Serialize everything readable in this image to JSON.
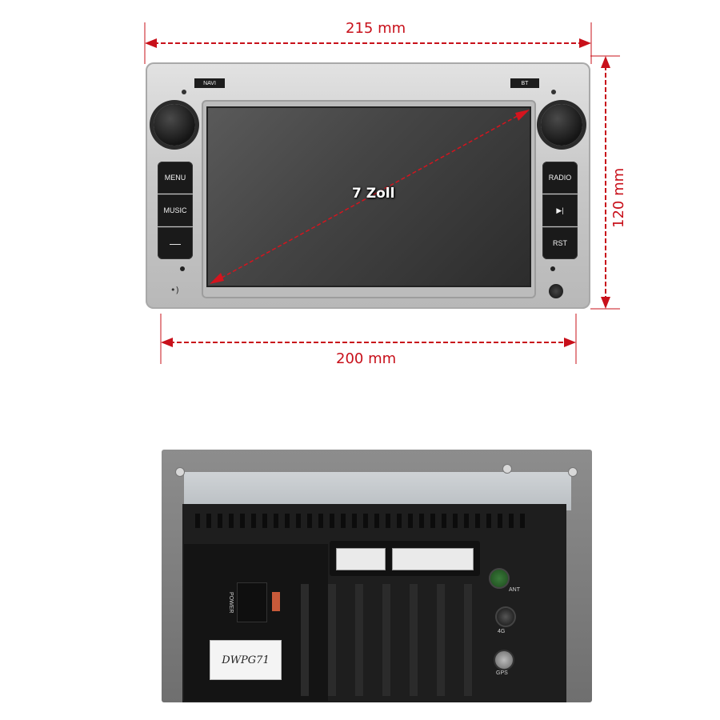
{
  "dimensions": {
    "top_width": "215 mm",
    "height": "120 mm",
    "bottom_width": "200 mm"
  },
  "front_panel": {
    "screen_size": "7 Zoll",
    "top_tags": [
      "NAVI",
      "BT"
    ],
    "left_buttons": [
      "MENU",
      "MUSIC",
      "—"
    ],
    "right_buttons": [
      "RADIO",
      "▶|",
      "RST"
    ]
  },
  "rear_panel": {
    "model_sticker": "DWPG71",
    "port_labels": [
      "POWER",
      "ANT",
      "4G",
      "GPS"
    ]
  },
  "colors": {
    "dimension_arrow": "#c8101a",
    "bezel_silver": "#c9c9c9",
    "chassis_black": "#1b1b1b"
  }
}
